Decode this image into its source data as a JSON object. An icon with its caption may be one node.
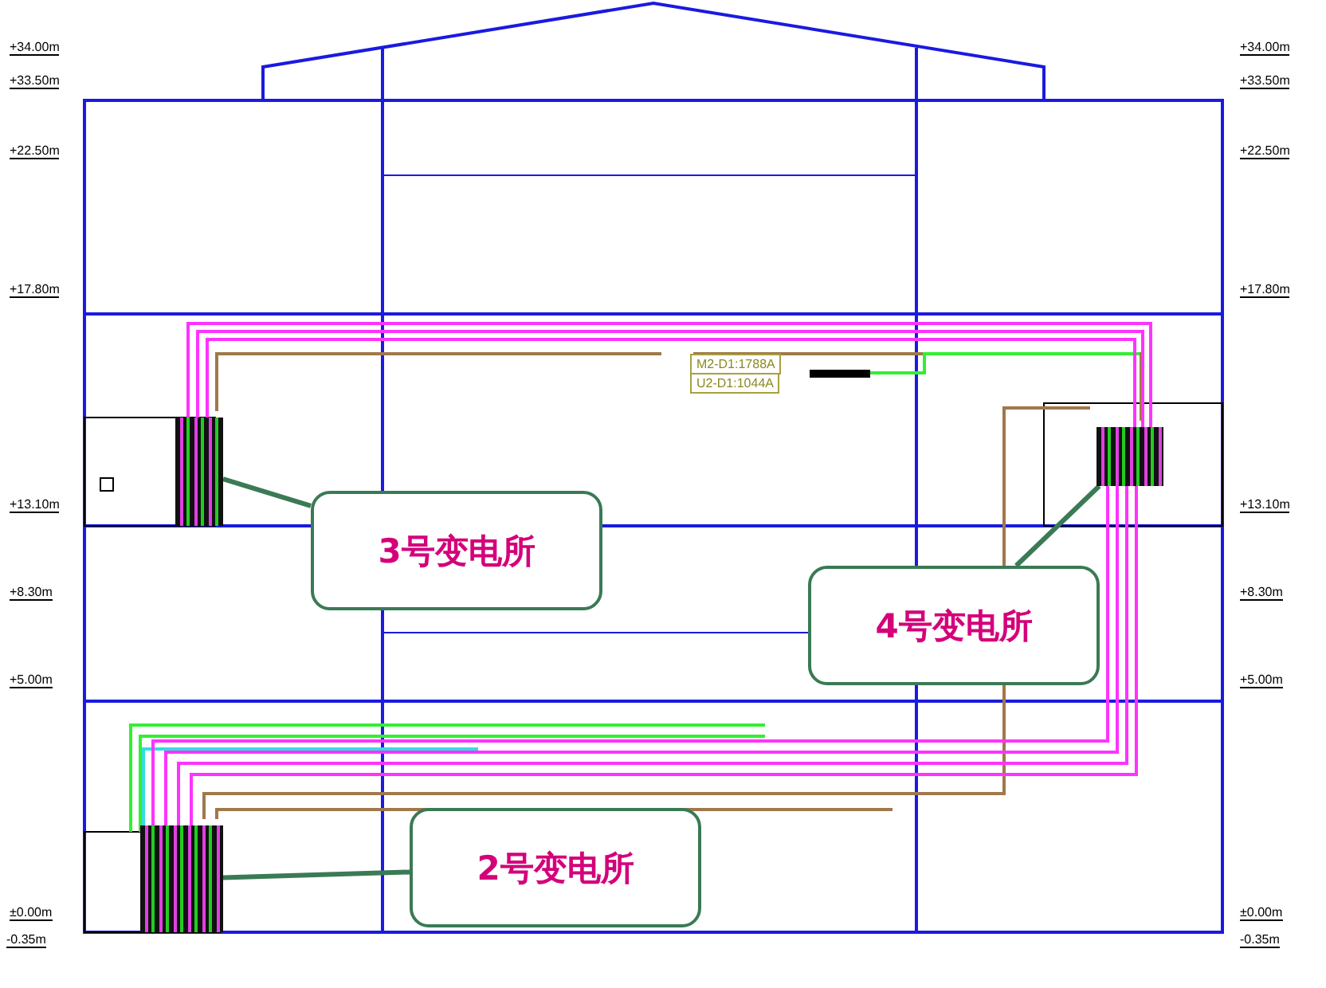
{
  "diagram": {
    "nodes": [
      {
        "text": [
          "3号变电所"
        ]
      },
      {
        "text": [],
        "shape": "box"
      },
      {
        "text": [
          "4号变电所"
        ]
      },
      {
        "text": [],
        "shape": "box"
      },
      {
        "text": [
          "2号变电所"
        ]
      },
      {
        "text": [],
        "shape": "box"
      }
    ],
    "edges": [
      {
        "from": 0,
        "to": 1,
        "arrow": "none"
      },
      {
        "from": 2,
        "to": 3,
        "arrow": "none"
      },
      {
        "from": 4,
        "to": 5,
        "arrow": "none"
      },
      {
        "from": 1,
        "to": 3,
        "arrow": "none",
        "color": "#ff33ff"
      },
      {
        "from": 5,
        "to": 3,
        "arrow": "none",
        "color": "#ff33ff"
      }
    ],
    "labels": [
      "+34.00m",
      "+33.50m",
      "+22.50m",
      "+17.80m",
      "+13.10m",
      "+8.30m",
      "+5.00m",
      "±0.00m",
      "-0.35m",
      "+34.00m",
      "+33.50m",
      "+22.50m",
      "+17.80m",
      "+13.10m",
      "+8.30m",
      "+5.00m",
      "±0.00m",
      "-0.35m",
      "M2-D1:1788A",
      "U2-D1:1044A"
    ]
  }
}
